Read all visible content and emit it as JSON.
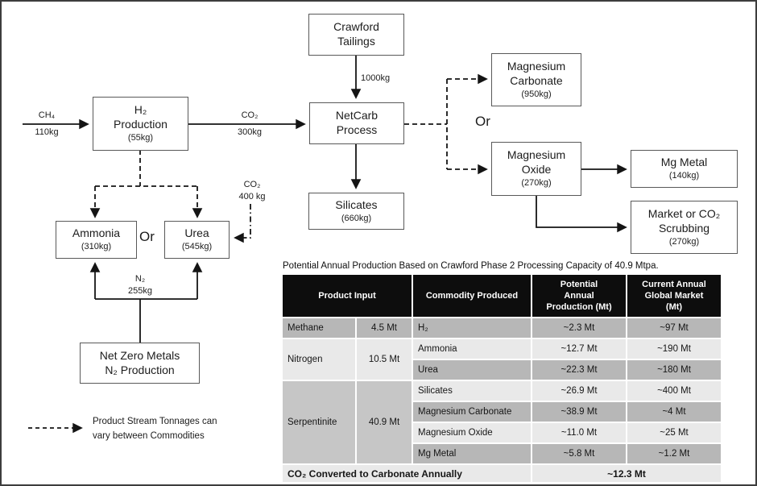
{
  "flowchart": {
    "boxes": {
      "crawford_tailings": {
        "name": "Crawford\nTailings"
      },
      "h2_production": {
        "name": "H₂\nProduction",
        "amount": "(55kg)"
      },
      "netcarb_process": {
        "name": "NetCarb\nProcess"
      },
      "silicates": {
        "name": "Silicates",
        "amount": "(660kg)"
      },
      "magnesium_carbonate": {
        "name": "Magnesium\nCarbonate",
        "amount": "(950kg)"
      },
      "magnesium_oxide": {
        "name": "Magnesium\nOxide",
        "amount": "(270kg)"
      },
      "mg_metal": {
        "name": "Mg Metal",
        "amount": "(140kg)"
      },
      "market_or_co2_scrubbing": {
        "name": "Market or CO₂\nScrubbing",
        "amount": "(270kg)"
      },
      "ammonia": {
        "name": "Ammonia",
        "amount": "(310kg)"
      },
      "urea": {
        "name": "Urea",
        "amount": "(545kg)"
      },
      "net_zero_metals": {
        "name": "Net Zero Metals\nN₂ Production"
      }
    },
    "labels": {
      "ch4": "CH₄",
      "ch4_amount": "110kg",
      "co2_main": "CO₂",
      "co2_main_amount": "300kg",
      "tailings_amount": "1000kg",
      "co2_urea": "CO₂",
      "co2_urea_amount": "400 kg",
      "n2": "N₂",
      "n2_amount": "255kg",
      "or_left": "Or",
      "or_right": "Or"
    },
    "legend": {
      "text": "Product Stream Tonnages can\nvary between Commodities"
    }
  },
  "table": {
    "title": "Potential Annual Production Based on Crawford Phase 2 Processing Capacity of 40.9 Mtpa.",
    "headers": {
      "product_input": "Product Input",
      "commodity": "Commodity Produced",
      "potential": "Potential\nAnnual\nProduction (Mt)",
      "market": "Current Annual\nGlobal Market\n(Mt)"
    },
    "groups": [
      {
        "input": "Methane",
        "amount": "4.5 Mt",
        "rows": [
          {
            "commodity": "H₂",
            "production": "~2.3 Mt",
            "market": "~97 Mt"
          }
        ]
      },
      {
        "input": "Nitrogen",
        "amount": "10.5 Mt",
        "rows": [
          {
            "commodity": "Ammonia",
            "production": "~12.7 Mt",
            "market": "~190 Mt"
          },
          {
            "commodity": "Urea",
            "production": "~22.3 Mt",
            "market": "~180 Mt"
          }
        ]
      },
      {
        "input": "Serpentinite",
        "amount": "40.9 Mt",
        "rows": [
          {
            "commodity": "Silicates",
            "production": "~26.9 Mt",
            "market": "~400 Mt"
          },
          {
            "commodity": "Magnesium Carbonate",
            "production": "~38.9 Mt",
            "market": "~4 Mt"
          },
          {
            "commodity": "Magnesium Oxide",
            "production": "~11.0 Mt",
            "market": "~25 Mt"
          },
          {
            "commodity": "Mg Metal",
            "production": "~5.8 Mt",
            "market": "~1.2 Mt"
          }
        ]
      }
    ],
    "footer": {
      "label": "CO₂ Converted to Carbonate Annually",
      "value": "~12.3 Mt"
    }
  },
  "colors": {
    "header_bg": "#0d0d0d",
    "row_dark": "#b7b7b7",
    "row_light": "#e9e9e9",
    "group_serpentinite": "#c6c6c6",
    "line": "#141414"
  }
}
